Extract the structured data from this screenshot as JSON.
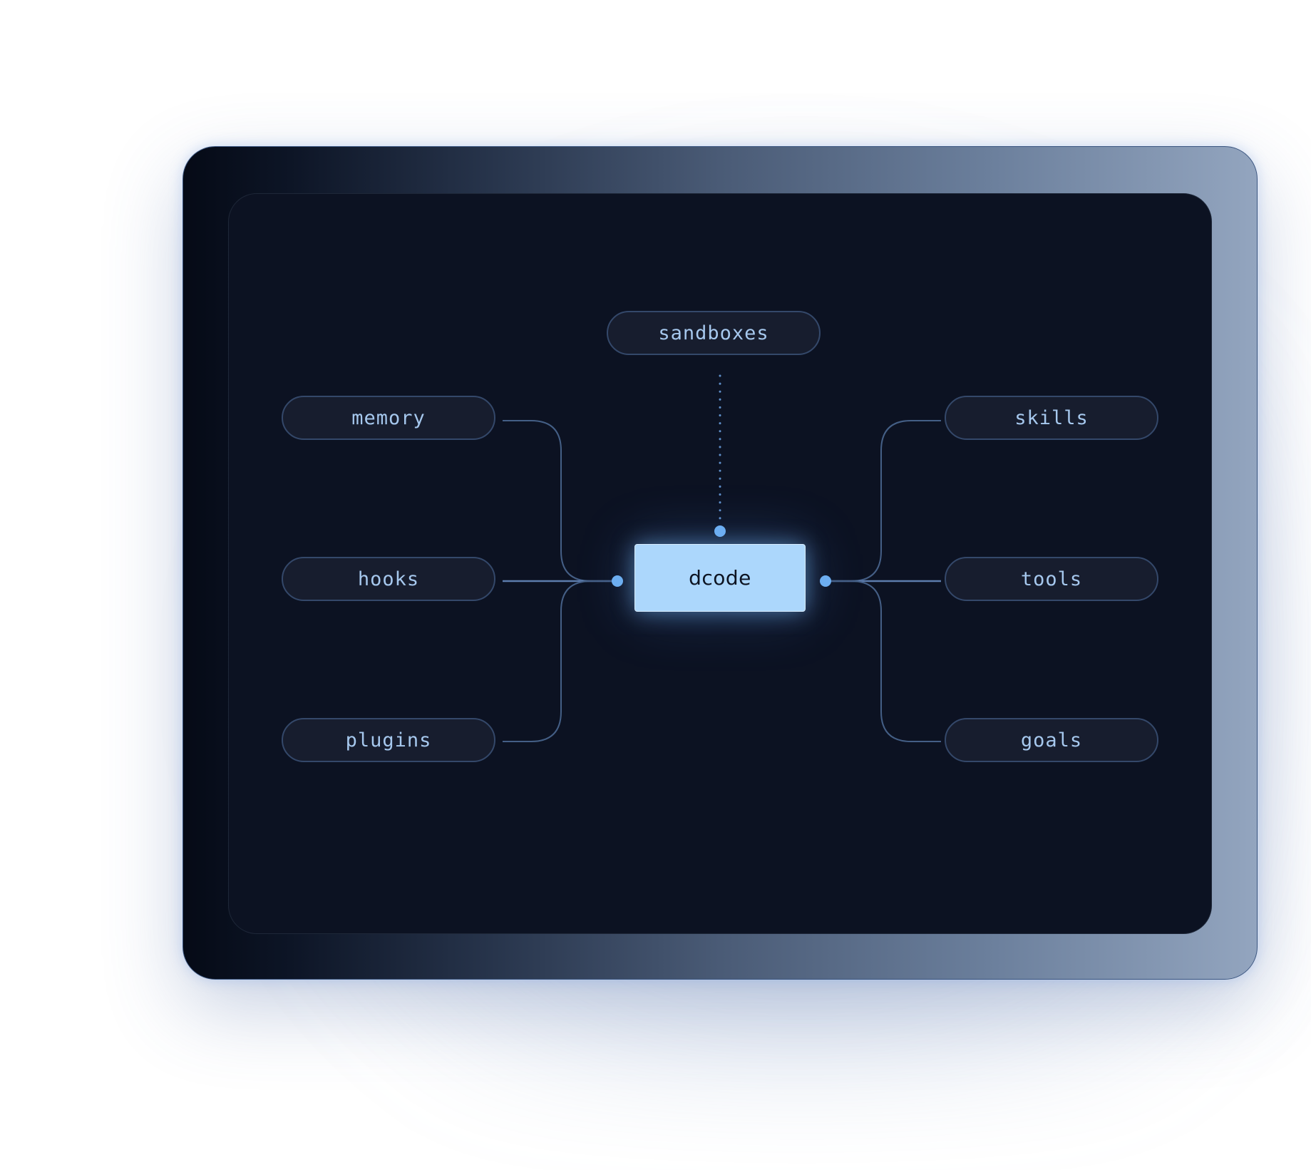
{
  "diagram": {
    "center": {
      "label": "dcode"
    },
    "nodes": {
      "sandboxes": "sandboxes",
      "memory": "memory",
      "hooks": "hooks",
      "plugins": "plugins",
      "skills": "skills",
      "tools": "tools",
      "goals": "goals"
    },
    "colors": {
      "background": "#0c1222",
      "node_fill": "#171d2e",
      "node_border": "#34486a",
      "node_text": "#a6c8ee",
      "hub_fill": "#acd7fc",
      "connector": "#5b7aa6",
      "dot": "#6fb1f2"
    }
  }
}
